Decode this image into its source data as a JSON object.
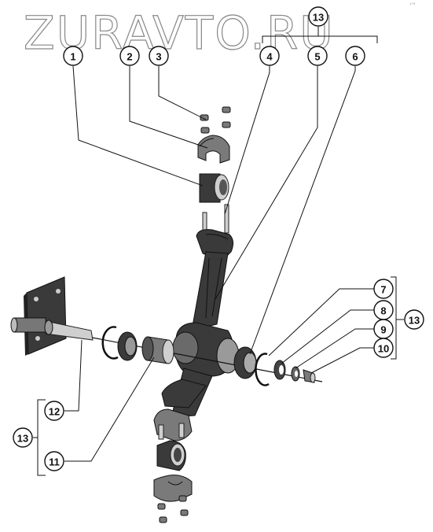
{
  "watermark": "ZURAVTO.RU",
  "corner_mark": "r™",
  "callouts": {
    "c1": "1",
    "c2": "2",
    "c3": "3",
    "c4": "4",
    "c5": "5",
    "c6": "6",
    "c7": "7",
    "c8": "8",
    "c9": "9",
    "c10": "10",
    "c11": "11",
    "c12": "12",
    "c13_top": "13",
    "c13_right": "13",
    "c13_left": "13"
  }
}
